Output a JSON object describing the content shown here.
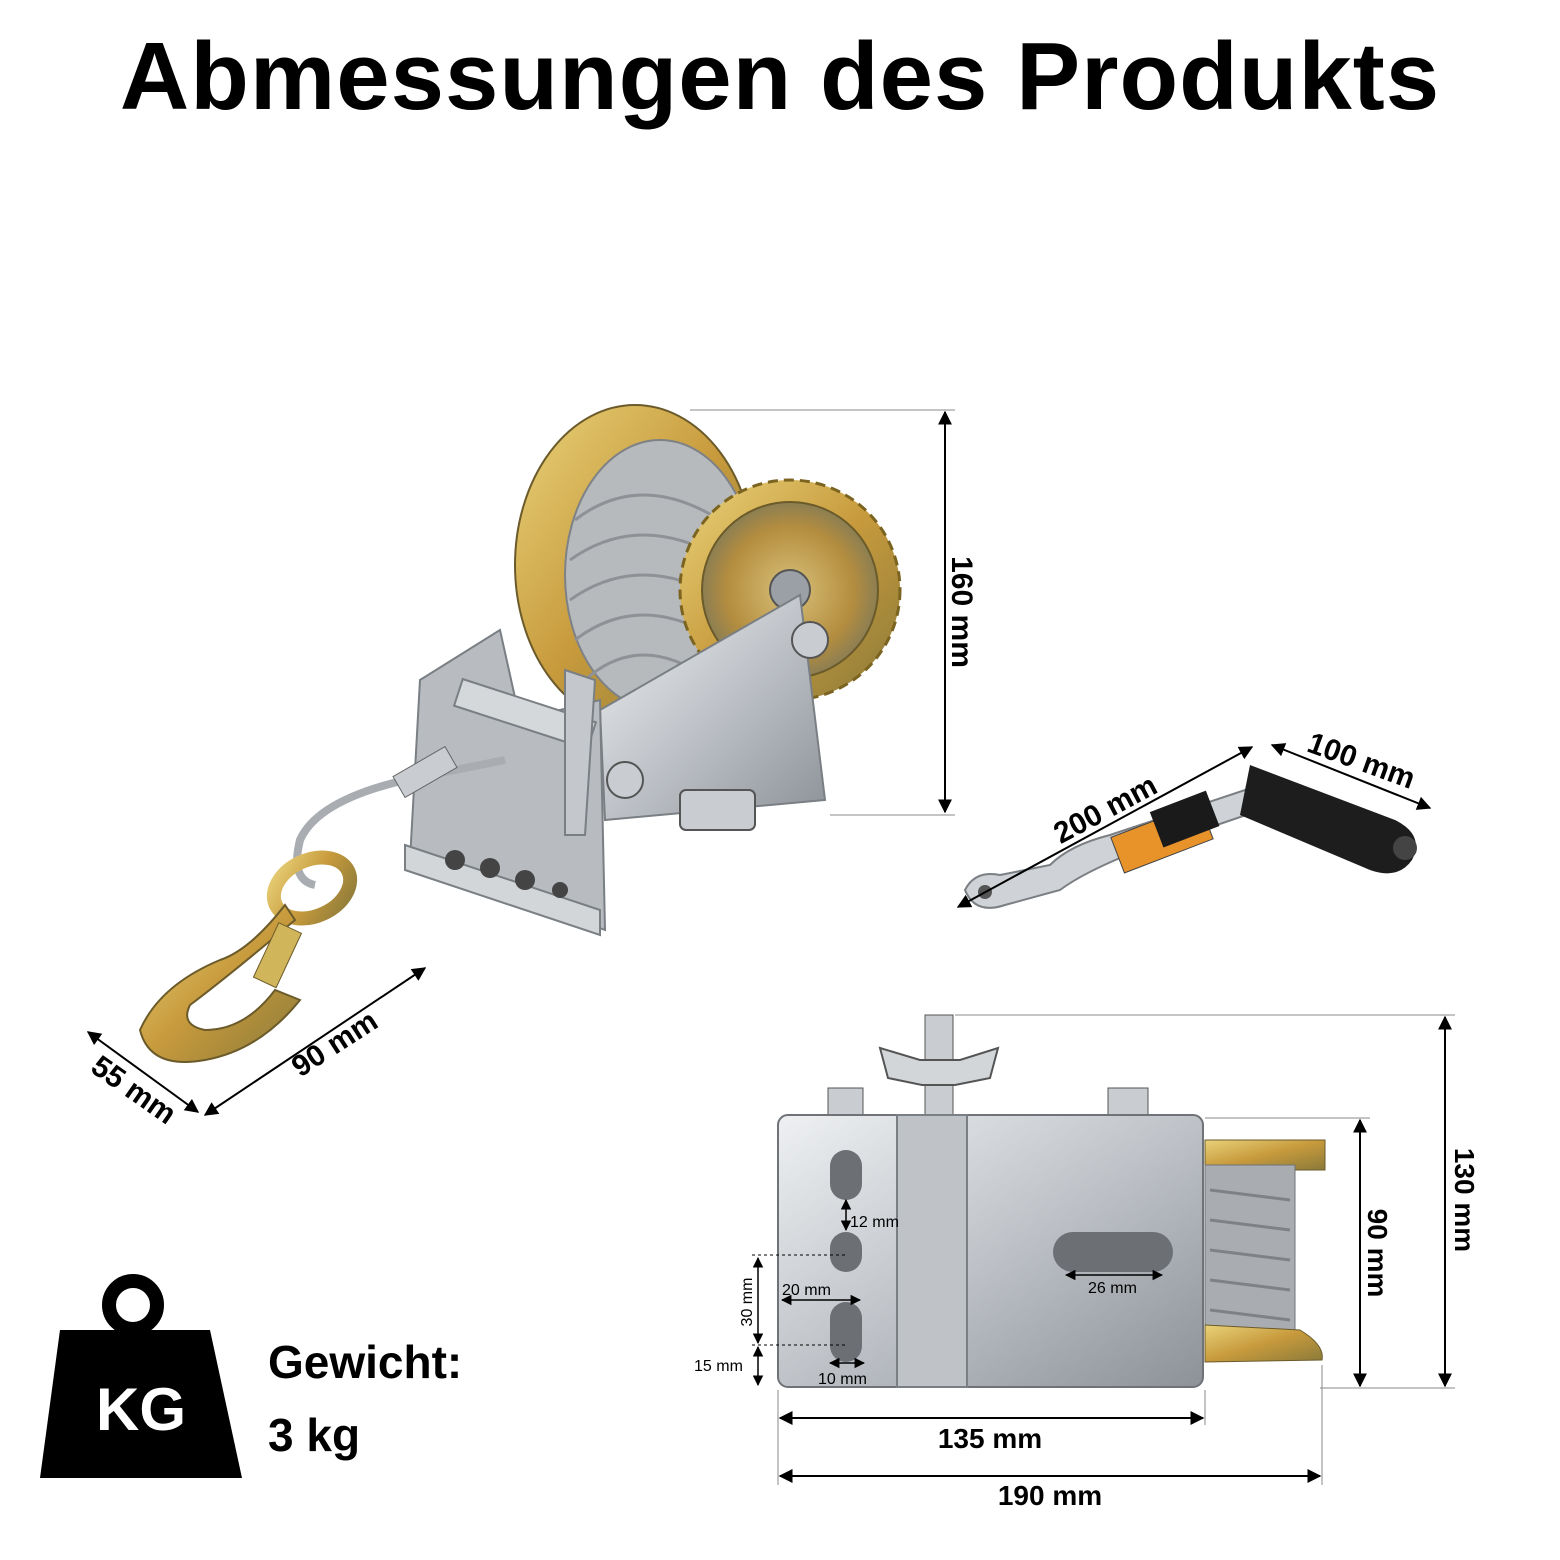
{
  "title": "Abmessungen des Produkts",
  "weight": {
    "label": "Gewicht:",
    "value": "3 kg",
    "icon_text": "KG",
    "icon": "weight-icon"
  },
  "dimensions": {
    "height": "160 mm",
    "depth": "55 mm",
    "length": "90 mm",
    "handle_arm": "200 mm",
    "handle_grip": "100 mm",
    "total_height": "130 mm",
    "body_height": "90 mm",
    "body_width": "135 mm",
    "total_width": "190 mm",
    "slot_gap": "12 mm",
    "slot_length": "20 mm",
    "slot_pitch": "30 mm",
    "edge_offset": "15 mm",
    "slot_width": "10 mm",
    "center_slot": "26 mm"
  },
  "colors": {
    "steel": "#c9ccd0",
    "zinc_gold": "#c9a84a",
    "cable": "#a9adb1",
    "grip": "#1d1d1d"
  }
}
